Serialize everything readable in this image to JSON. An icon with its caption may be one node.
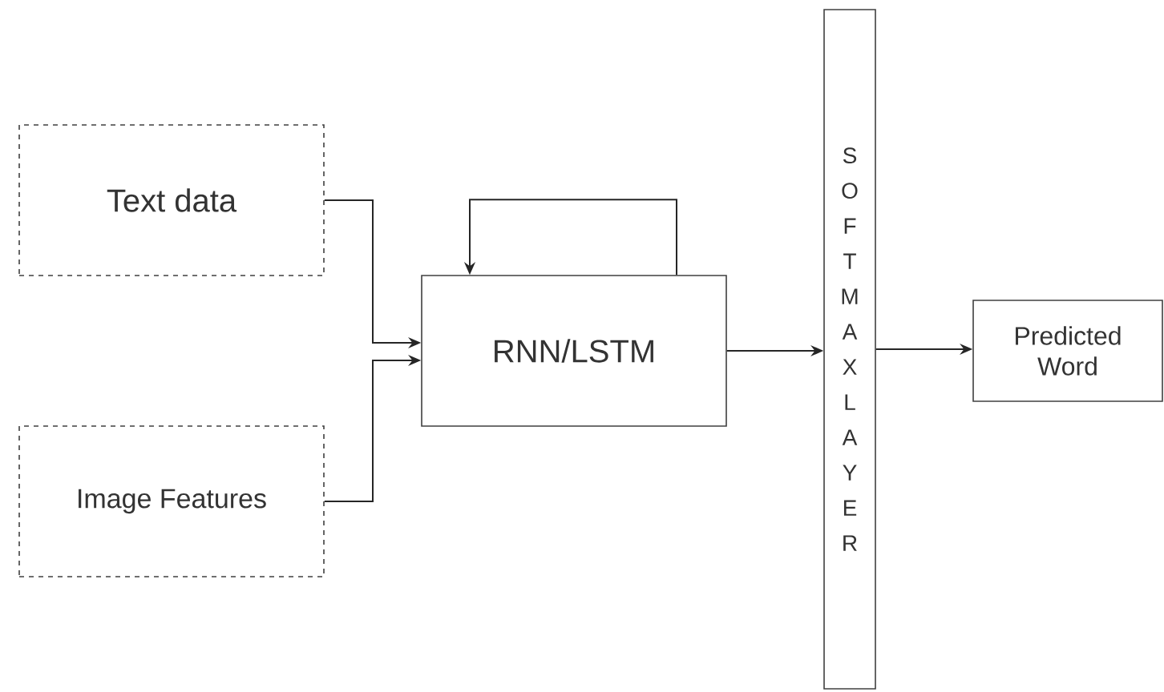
{
  "diagram": {
    "nodes": [
      {
        "text": [
          "Text data"
        ]
      },
      {
        "text": [
          "Image Features"
        ]
      },
      {
        "text": [
          "RNN/LSTM"
        ]
      },
      {
        "text": [
          "SOFTMAX LAYER"
        ]
      },
      {
        "text": [
          "Predicted Word"
        ]
      }
    ],
    "edges": [
      {
        "from": 0,
        "to": 2,
        "arrow": "to"
      },
      {
        "from": 1,
        "to": 2,
        "arrow": "to"
      },
      {
        "from": 2,
        "to": 2,
        "arrow": "to"
      },
      {
        "from": 2,
        "to": 3,
        "arrow": "to"
      },
      {
        "from": 3,
        "to": 4,
        "arrow": "to"
      }
    ]
  }
}
